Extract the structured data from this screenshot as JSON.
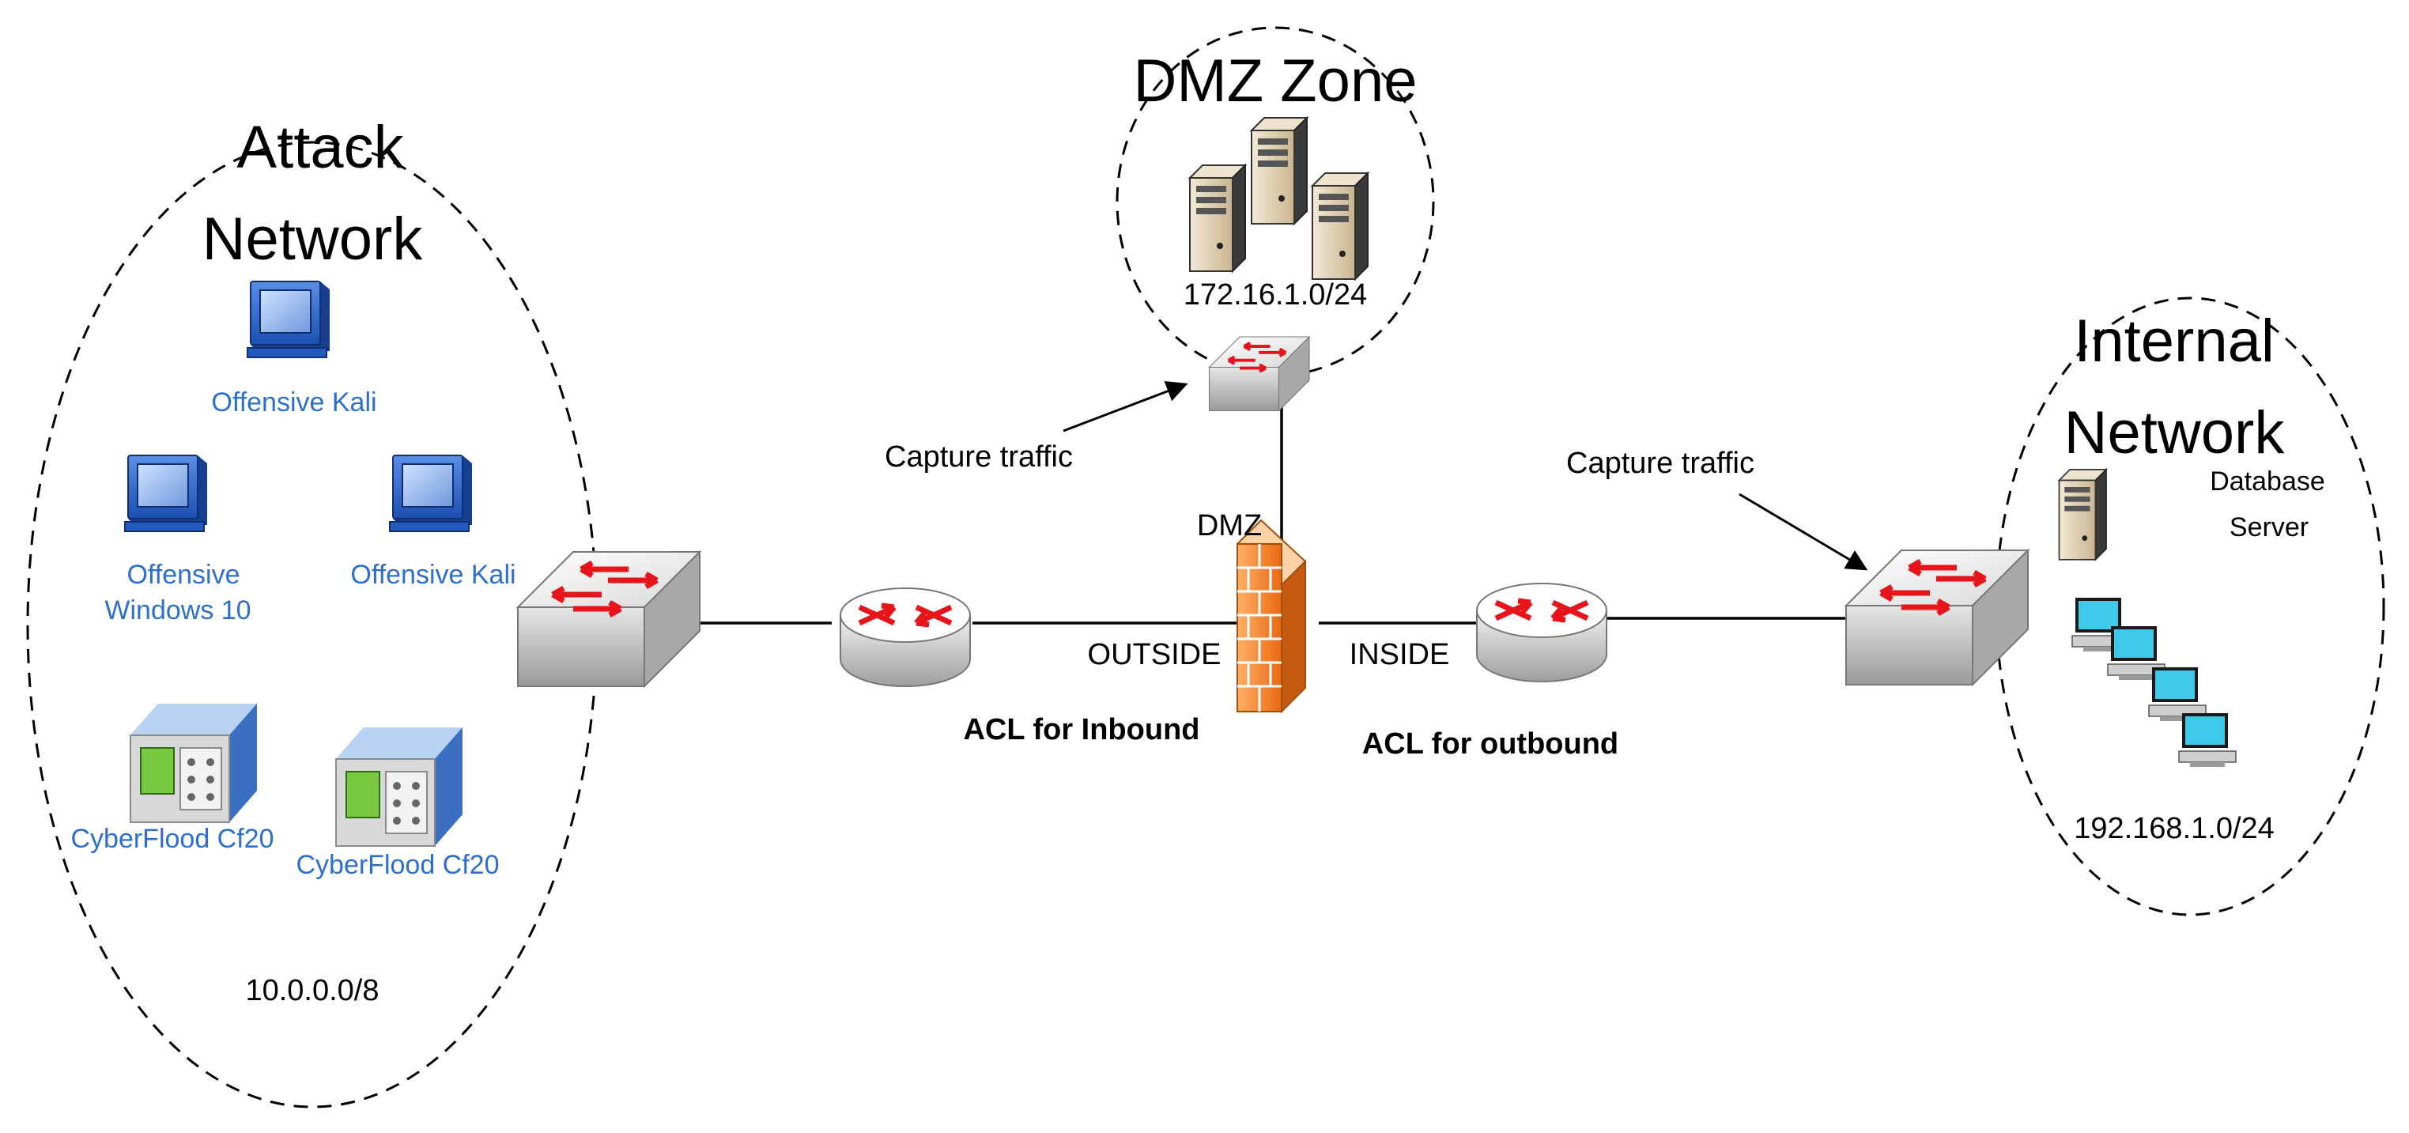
{
  "colors": {
    "device_label": "#2e6fcc",
    "arrow_red": "#e8141b",
    "firewall": "#f07a22"
  },
  "zones": {
    "attack": {
      "title_line1": "Attack",
      "title_line2": "Network",
      "subnet": "10.0.0.0/8"
    },
    "dmz": {
      "title": "DMZ Zone",
      "subnet": "172.16.1.0/24"
    },
    "internal": {
      "title_line1": "Internal",
      "title_line2": "Network",
      "subnet": "192.168.1.0/24"
    }
  },
  "attack_devices": [
    {
      "label": "Offensive Kali",
      "icon": "desktop-icon"
    },
    {
      "label_line1": "Offensive",
      "label_line2": "Windows 10",
      "icon": "desktop-icon"
    },
    {
      "label": "Offensive Kali",
      "icon": "desktop-icon"
    },
    {
      "label": "CyberFlood Cf20",
      "icon": "traffic-generator-icon"
    },
    {
      "label": "CyberFlood Cf20",
      "icon": "traffic-generator-icon"
    }
  ],
  "internal_devices": {
    "database_server_line1": "Database",
    "database_server_line2": "Server"
  },
  "annotations": {
    "capture_traffic_dmz": "Capture traffic",
    "capture_traffic_internal": "Capture traffic",
    "dmz_port": "DMZ",
    "outside_port": "OUTSIDE",
    "inside_port": "INSIDE",
    "acl_inbound": "ACL for Inbound",
    "acl_outbound": "ACL for outbound"
  }
}
